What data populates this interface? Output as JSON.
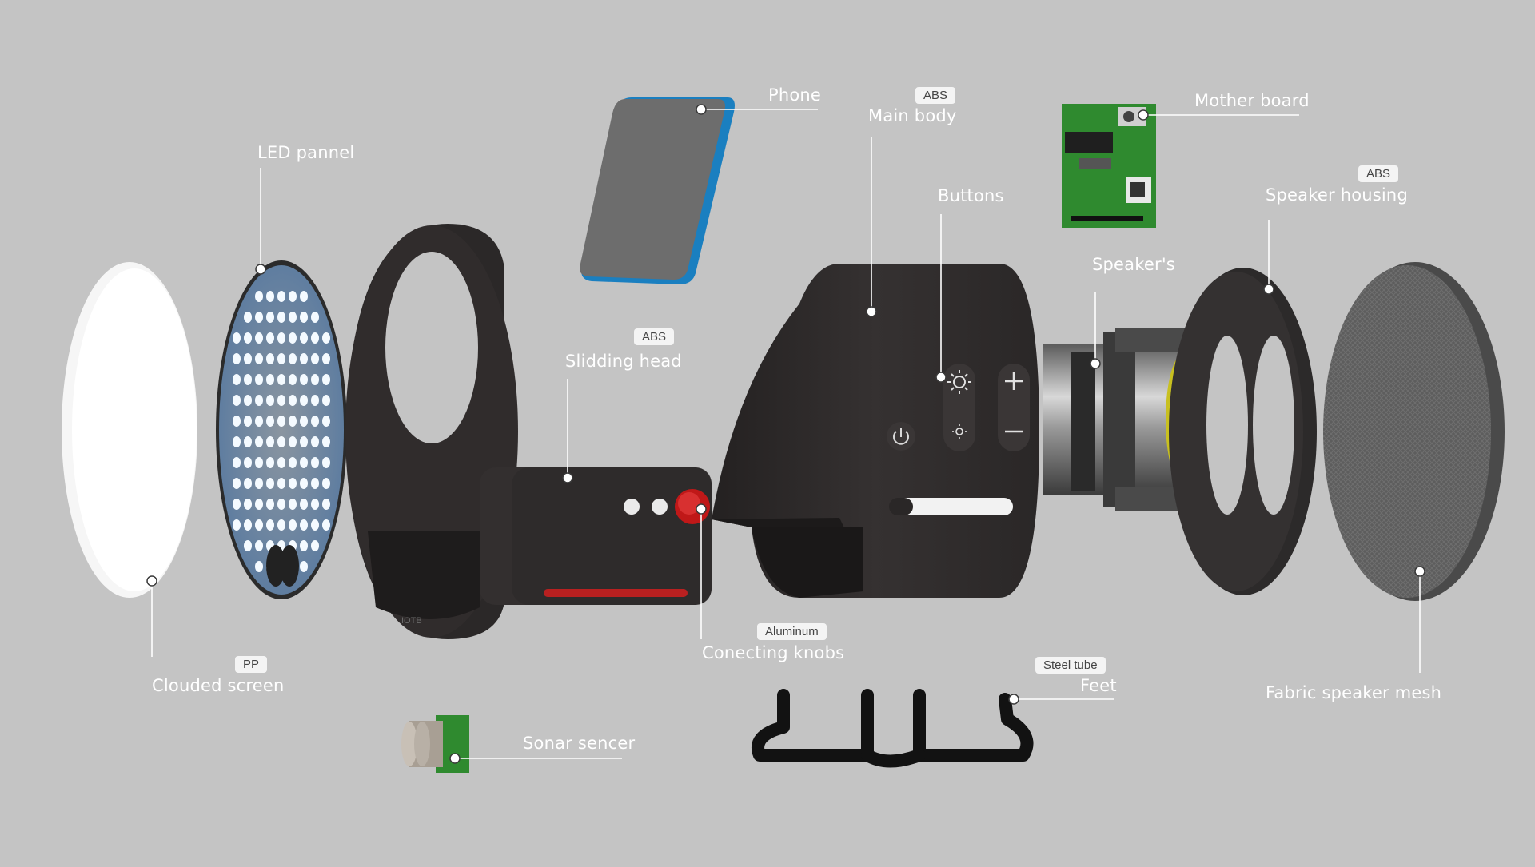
{
  "diagram": {
    "components": {
      "clouded_screen": {
        "label": "Clouded screen",
        "material": "PP"
      },
      "led_panel": {
        "label": "LED pannel"
      },
      "sliding_head": {
        "label": "Slidding head",
        "material": "ABS"
      },
      "phone": {
        "label": "Phone"
      },
      "main_body": {
        "label": "Main body",
        "material": "ABS"
      },
      "buttons": {
        "label": "Buttons"
      },
      "mother_board": {
        "label": "Mother board"
      },
      "speakers": {
        "label": "Speaker's"
      },
      "speaker_housing": {
        "label": "Speaker housing",
        "material": "ABS"
      },
      "fabric_mesh": {
        "label": "Fabric speaker mesh"
      },
      "connecting_knobs": {
        "label": "Conecting knobs",
        "material": "Aluminum"
      },
      "feet": {
        "label": "Feet",
        "material": "Steel tube"
      },
      "sonar_sensor": {
        "label": "Sonar sencer"
      }
    },
    "icons": [
      "power-icon",
      "brightness-high-icon",
      "brightness-low-icon",
      "plus-icon",
      "minus-icon"
    ],
    "colors": {
      "background": "#c4c4c4",
      "label_text": "#ffffff",
      "body": "#2e2b2b",
      "led": "#eaf4ff",
      "led_glow": "#7ab8ff",
      "phone_accent": "#1a7fc0",
      "pcb": "#2f8a2f",
      "knob_red": "#c01818",
      "speaker_yellow": "#c8c020"
    }
  }
}
